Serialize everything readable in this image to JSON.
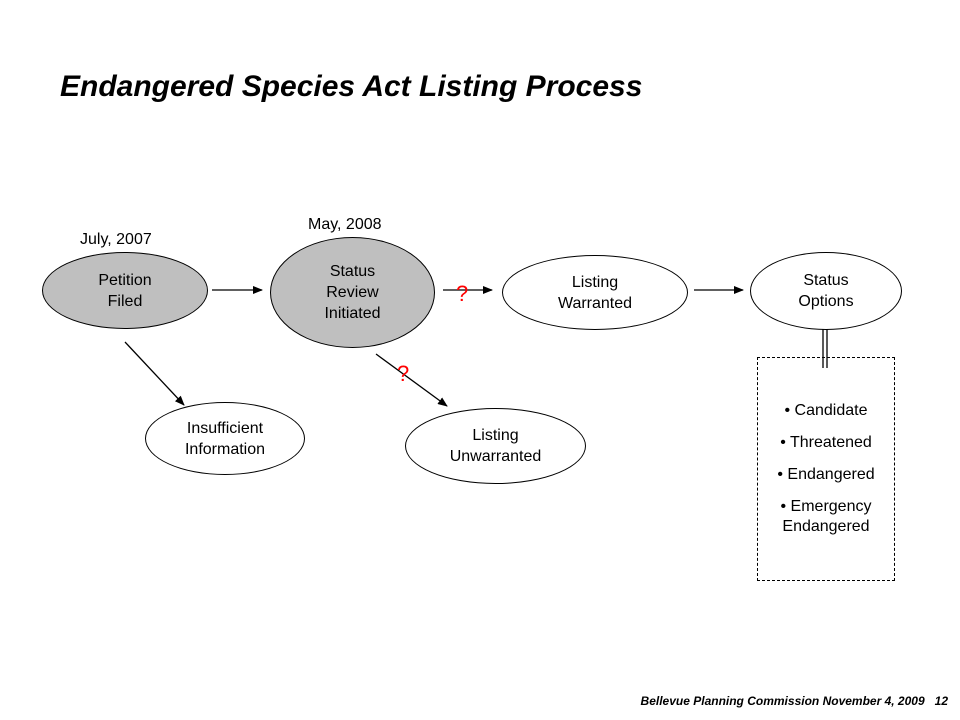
{
  "title": "Endangered Species Act Listing Process",
  "dates": {
    "petition": "July, 2007",
    "review": "May, 2008"
  },
  "nodes": {
    "petition_filed": "Petition\nFiled",
    "status_review": "Status\nReview\nInitiated",
    "listing_warranted": "Listing\nWarranted",
    "status_options": "Status\nOptions",
    "insufficient_info": "Insufficient\nInformation",
    "listing_unwarranted": "Listing\nUnwarranted"
  },
  "question_marks": {
    "warranted": "?",
    "unwarranted": "?"
  },
  "status_options_list": [
    "• Candidate",
    "• Threatened",
    "• Endangered",
    "• Emergency\nEndangered"
  ],
  "footer": {
    "text": "Bellevue Planning Commission  November  4, 2009",
    "page": "12"
  },
  "colors": {
    "gray_fill": "#bfbfbf",
    "question_mark": "#ff0000"
  }
}
